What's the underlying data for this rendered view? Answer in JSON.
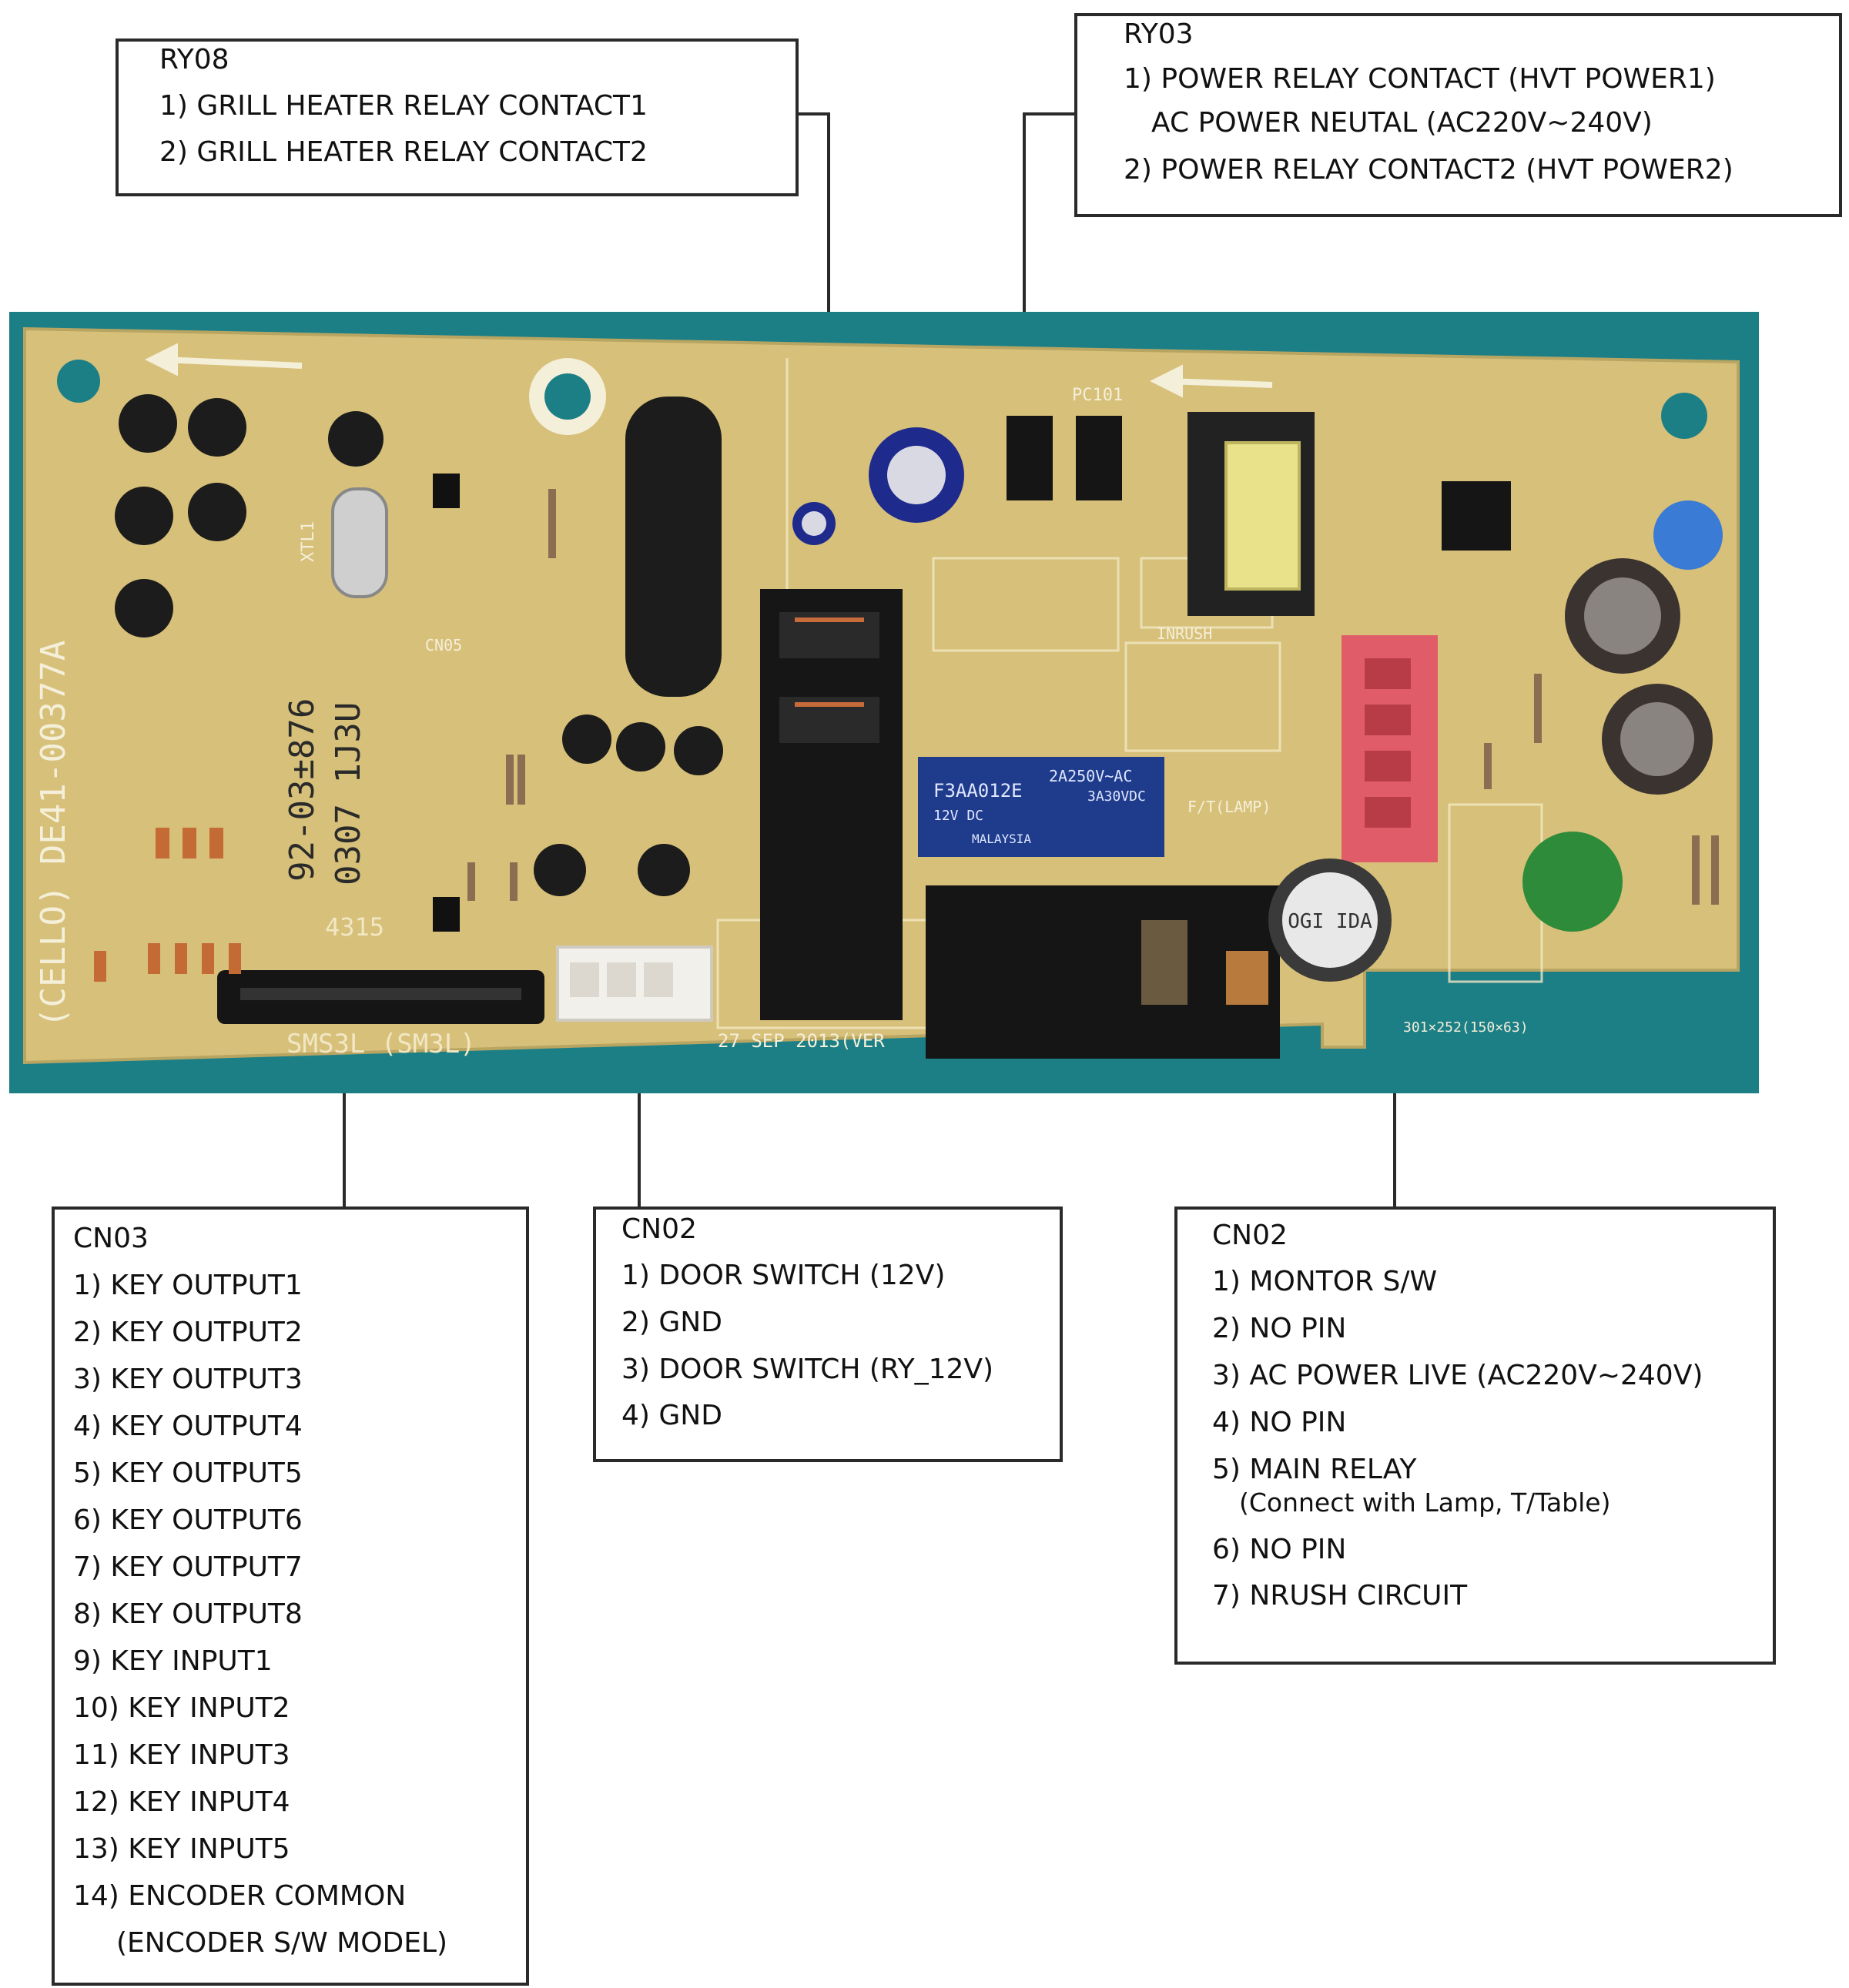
{
  "ry08": {
    "title": "RY08",
    "lines": [
      "1) GRILL HEATER RELAY CONTACT1",
      "2) GRILL HEATER RELAY CONTACT2"
    ]
  },
  "ry03": {
    "title": "RY03",
    "line1": "1) POWER RELAY CONTACT (HVT POWER1)",
    "line1b": "AC POWER NEUTAL (AC220V~240V)",
    "line2": "2) POWER RELAY CONTACT2 (HVT POWER2)"
  },
  "cn03": {
    "title": "CN03",
    "items": [
      "1)   KEY OUTPUT1",
      "2)   KEY OUTPUT2",
      "3)   KEY OUTPUT3",
      "4)   KEY OUTPUT4",
      "5)   KEY OUTPUT5",
      "6)   KEY OUTPUT6",
      "7)   KEY OUTPUT7",
      "8)   KEY OUTPUT8",
      "9)   KEY INPUT1",
      "10) KEY INPUT2",
      "11) KEY INPUT3",
      "12) KEY INPUT4",
      "13) KEY INPUT5",
      "14) ENCODER COMMON"
    ],
    "note": "(ENCODER S/W MODEL)"
  },
  "cn02_door": {
    "title": "CN02",
    "items": [
      "1) DOOR SWITCH (12V)",
      "2) GND",
      "3) DOOR SWITCH (RY_12V)",
      "4) GND"
    ]
  },
  "cn02_power": {
    "title": "CN02",
    "items": [
      "1) MONTOR S/W",
      "2) NO PIN",
      "3) AC POWER LIVE (AC220V~240V)",
      "4) NO PIN",
      "5) MAIN RELAY"
    ],
    "sub": "(Connect with Lamp, T/Table)",
    "items2": [
      "6) NO PIN",
      "7) NRUSH CIRCUIT"
    ]
  },
  "board_print": {
    "part_number": "(CELLO)  DE41-00377A",
    "serial1": "92-03±876",
    "serial2": "0307 1J3U",
    "date": "27   SEP  2013(VER",
    "model": "SMS3L (SM3L)",
    "relay1": "F3AA012E",
    "relay2": "12V DC",
    "relay3": "2A250V~AC",
    "relay4": "3A30VDC",
    "relay5": "MALAYSIA",
    "nrush": "INRUSH",
    "lamp": "F/T(LAMP)",
    "pc101": "PC101",
    "cn05": "CN05",
    "xtl1": "XTL1",
    "code": "4315",
    "sticker": "OGI IDA",
    "bottom_right": "301×252(150×63)"
  },
  "colors": {
    "pcb": "#d7c079",
    "background_table": "#1d7f86",
    "connector_red": "#e05c68",
    "relay_blue": "#1f3c8c",
    "connector_white": "#f2f0ea"
  }
}
